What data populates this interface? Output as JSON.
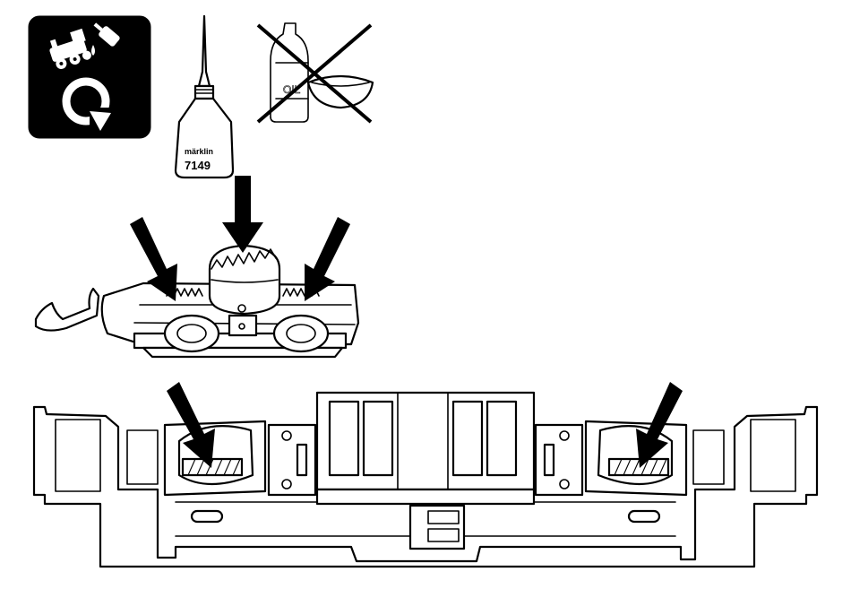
{
  "oil_bottle": {
    "brand": "märklin",
    "product_number": "7149"
  },
  "forbidden_oil": {
    "bottle_label": "OIL"
  },
  "icons": {
    "maintenance_icon": "locomotive-oiling-icon",
    "prohibited_icon": "crossed-out-oil-icon",
    "arrow_icon": "down-arrow-icon"
  },
  "colors": {
    "ink": "#000000",
    "paper": "#ffffff"
  }
}
